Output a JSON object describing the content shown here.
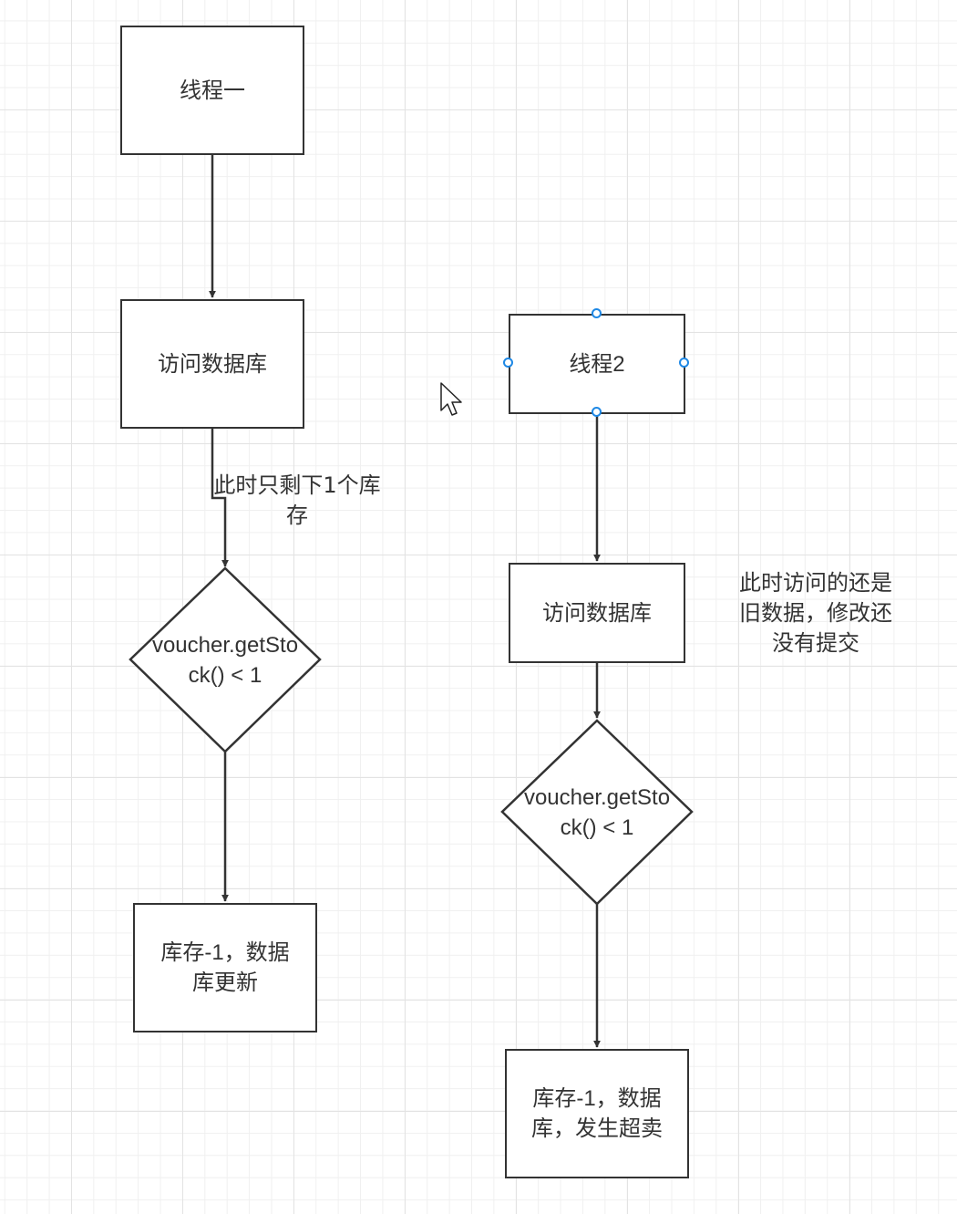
{
  "diagram": {
    "thread1": {
      "start": "线程一",
      "access": "访问数据库",
      "edge_note": "此时只剩下1个库存",
      "decision": "voucher.getStock() < 1",
      "result": "库存-1，数据库更新"
    },
    "thread2": {
      "start": "线程2",
      "access": "访问数据库",
      "side_note": "此时访问的还是旧数据，修改还没有提交",
      "decision": "voucher.getStock() < 1",
      "result": "库存-1，数据库，发生超卖"
    },
    "colors": {
      "stroke": "#333333",
      "grid": "#e3e3e3",
      "selection_handle": "#1e88e5"
    }
  }
}
